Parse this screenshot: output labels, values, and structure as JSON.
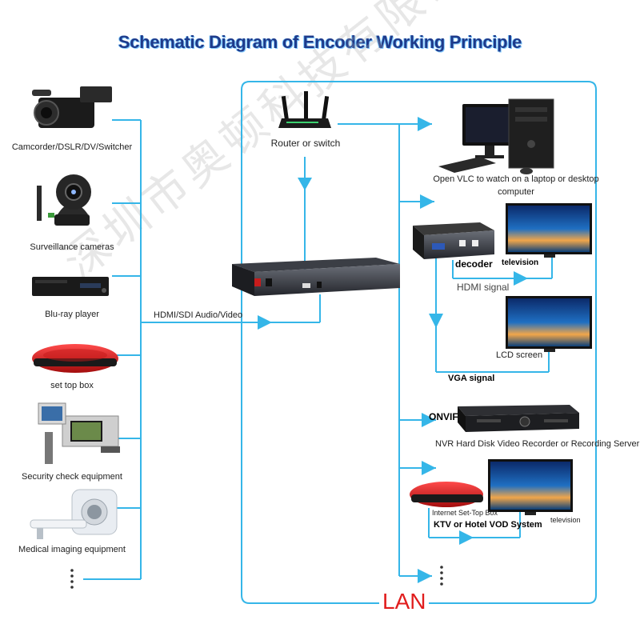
{
  "title": "Schematic Diagram of Encoder Working Principle",
  "watermark": "深圳市奥顿科技有限公司",
  "colors": {
    "line": "#35b6e8",
    "title": "#1e3a8a",
    "lan": "#e11d1d"
  },
  "sources": [
    {
      "label": "Camcorder/DSLR/DV/Switcher",
      "icon": "camcorder-icon"
    },
    {
      "label": "Surveillance cameras",
      "icon": "surveillance-camera-icon"
    },
    {
      "label": "Blu-ray player",
      "icon": "bluray-player-icon"
    },
    {
      "label": "set top box",
      "icon": "set-top-box-icon"
    },
    {
      "label": "Security check equipment",
      "icon": "security-scanner-icon"
    },
    {
      "label": "Medical imaging equipment",
      "icon": "medical-scanner-icon"
    }
  ],
  "input_label": "HDMI/SDI Audio/Video",
  "router_label": "Router or switch",
  "computer_label_line1": "Open VLC to watch on a laptop or desktop",
  "computer_label_line2": "computer",
  "decoder_label": "decoder",
  "television_label": "television",
  "hdmi_signal_label": "HDMI signal",
  "lcd_label": "LCD screen",
  "vga_signal_label": "VGA signal",
  "onvif_label": "ONVIF",
  "nvr_label": "NVR Hard Disk Video Recorder or Recording Server",
  "internet_stb_label": "Internet Set-Top Box",
  "ktv_label": "KTV or Hotel VOD System",
  "television2_label": "television",
  "lan_label": "LAN"
}
